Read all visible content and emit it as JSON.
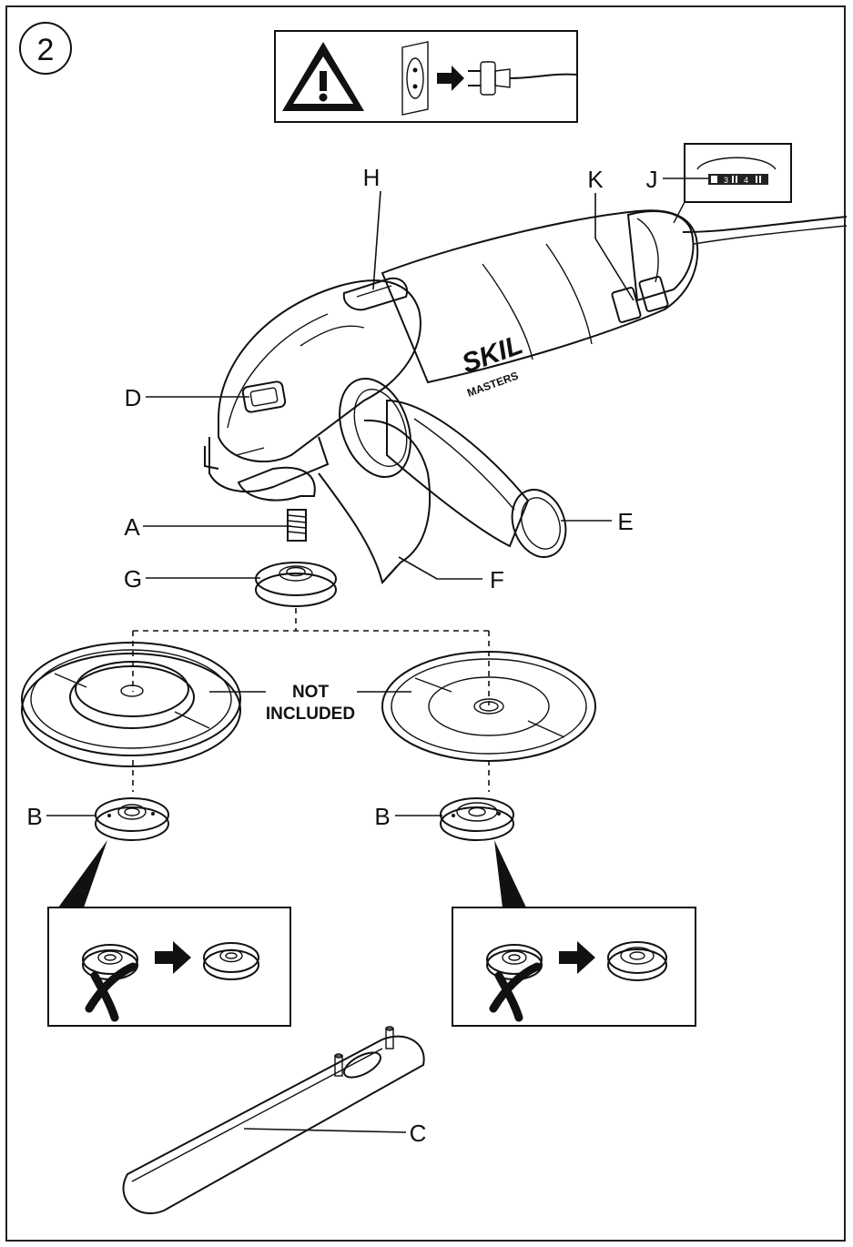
{
  "figure": {
    "step_number": "2",
    "labels": {
      "A": "A",
      "B_left": "B",
      "B_right": "B",
      "C": "C",
      "D": "D",
      "E": "E",
      "F": "F",
      "G": "G",
      "H": "H",
      "J": "J",
      "K": "K"
    },
    "not_included": {
      "line1": "NOT",
      "line2": "INCLUDED"
    },
    "brand": {
      "name": "SKIL",
      "sub": "MASTERS"
    },
    "speed_dial": {
      "values": [
        "3",
        "4"
      ]
    },
    "icons": {
      "warning": "warning-triangle-icon",
      "unplug": "unplug-icon",
      "arrow": "arrow-right-icon",
      "cross": "cross-mark-icon"
    }
  }
}
